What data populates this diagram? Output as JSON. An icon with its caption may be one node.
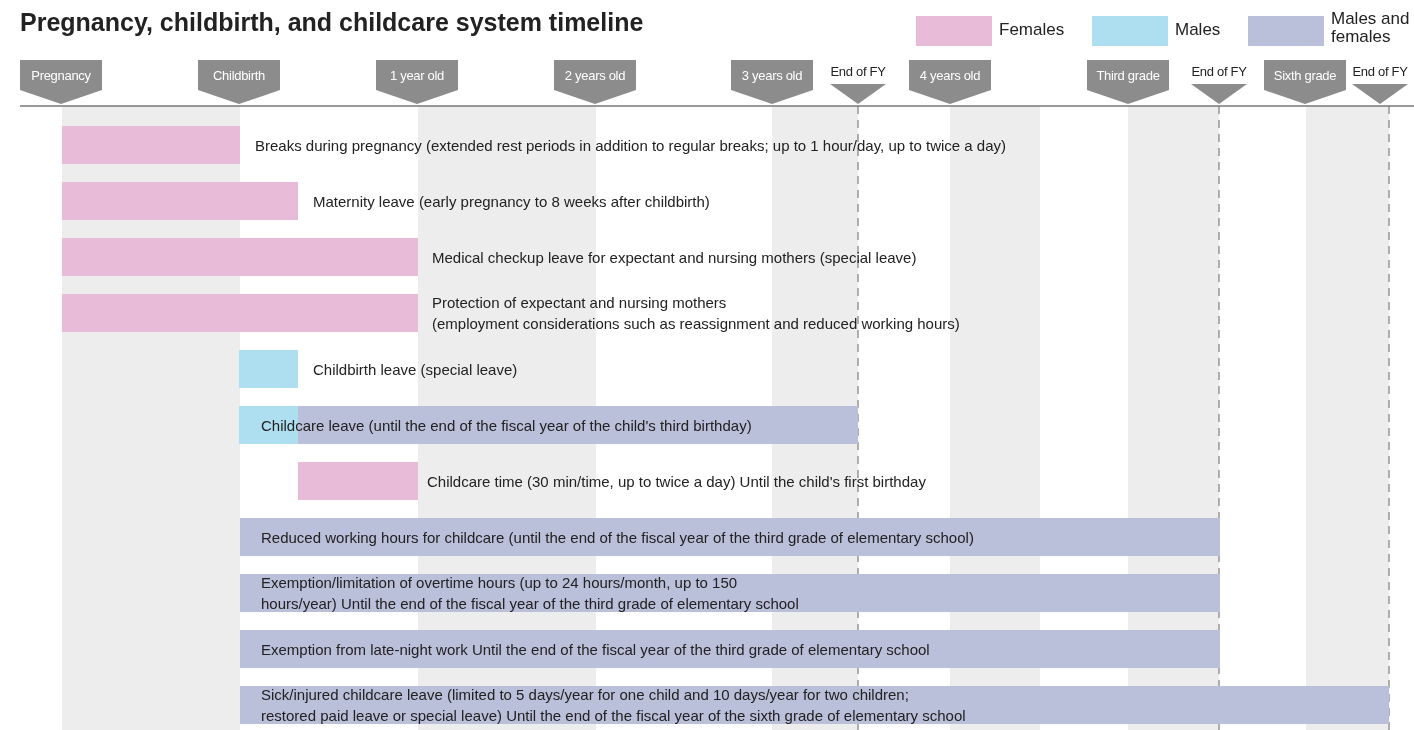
{
  "diagram": {
    "title": "Pregnancy, childbirth, and childcare system timeline",
    "nodes": [
      {
        "text": [
          "Pregnancy"
        ]
      },
      {
        "text": [
          "Childbirth"
        ]
      },
      {
        "text": [
          "1 year old"
        ]
      },
      {
        "text": [
          "2 years old"
        ]
      },
      {
        "text": [
          "3 years old"
        ]
      },
      {
        "text": [
          "End of FY"
        ]
      },
      {
        "text": [
          "4 years old"
        ]
      },
      {
        "text": [
          "Third grade"
        ]
      },
      {
        "text": [
          "End of FY"
        ]
      },
      {
        "text": [
          "Sixth grade"
        ]
      },
      {
        "text": [
          "End of FY"
        ]
      },
      {
        "text": [],
        "shape": "bar",
        "beside": [
          "Breaks during pregnancy (extended rest periods in addition to regular breaks; up to 1 hour/day, up to twice a day)"
        ]
      },
      {
        "text": [],
        "shape": "bar",
        "beside": [
          "Maternity leave (early pregnancy to 8 weeks after childbirth)"
        ]
      },
      {
        "text": [],
        "shape": "bar",
        "beside": [
          "Medical checkup leave for expectant and nursing mothers (special leave)"
        ]
      },
      {
        "text": [],
        "shape": "bar",
        "beside": [
          "Protection of expectant and nursing mothers",
          "(employment considerations such as reassignment and reduced working hours)"
        ]
      },
      {
        "text": [],
        "shape": "bar",
        "beside": [
          "Childbirth leave (special leave)"
        ]
      },
      {
        "text": [
          "Childcare leave (until the end of the fiscal year of the child's third birthday)"
        ]
      },
      {
        "text": [],
        "shape": "bar",
        "beside": [
          "Childcare time (30 min/time, up to twice a day) Until the child's first birthday"
        ]
      },
      {
        "text": [
          "Reduced working hours for childcare (until the end of the fiscal year of the third grade of elementary school)"
        ]
      },
      {
        "text": [
          "Exemption/limitation of overtime hours (up to 24 hours/month, up to 150 hours/year) Until the end of the fiscal year of the third grade of elementary school"
        ]
      },
      {
        "text": [
          "Exemption from late-night work Until the end of the fiscal year of the third grade of elementary school"
        ]
      },
      {
        "text": [
          "Sick/injured childcare leave (limited to 5 days/year for one child and 10 days/year for two children; restored paid leave or special leave) Until the end of the fiscal year of the sixth grade of elementary school"
        ]
      }
    ],
    "legend": [
      {
        "text": "Females",
        "color": "#e8bcd8"
      },
      {
        "text": "Males",
        "color": "#addff0"
      },
      {
        "text": "Males and females",
        "color": "#babfda"
      }
    ]
  }
}
